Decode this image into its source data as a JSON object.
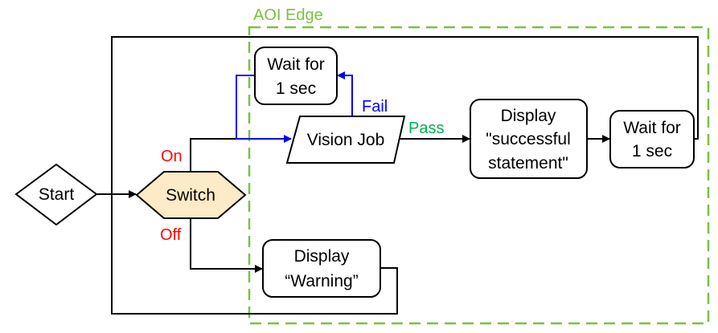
{
  "region": {
    "label": "AOI Edge",
    "color": "#7AC143"
  },
  "colors": {
    "line": "#000000",
    "fail": "#0000FF",
    "pass": "#00B050",
    "switch_label": "#FF0000",
    "switch_fill": "#FCEBC6"
  },
  "nodes": {
    "start": {
      "shape": "diamond",
      "lines": [
        "Start"
      ]
    },
    "switch": {
      "shape": "hexagon",
      "lines": [
        "Switch"
      ]
    },
    "wait_retry": {
      "shape": "rounded-rect",
      "lines": [
        "Wait for",
        "1 sec"
      ]
    },
    "vision_job": {
      "shape": "parallelogram",
      "lines": [
        "Vision Job"
      ]
    },
    "display_success": {
      "shape": "rounded-rect",
      "lines": [
        "Display",
        "\"successful",
        "statement\""
      ]
    },
    "wait_after": {
      "shape": "rounded-rect",
      "lines": [
        "Wait for",
        "1 sec"
      ]
    },
    "display_warning": {
      "shape": "rounded-rect",
      "lines": [
        "Display",
        "“Warning”"
      ]
    }
  },
  "edge_labels": {
    "on": "On",
    "off": "Off",
    "fail": "Fail",
    "pass": "Pass"
  },
  "edges": [
    {
      "from": "start",
      "to": "switch"
    },
    {
      "from": "switch",
      "to": "vision_job",
      "label": "On"
    },
    {
      "from": "switch",
      "to": "display_warning",
      "label": "Off"
    },
    {
      "from": "vision_job",
      "to": "wait_retry",
      "label": "Fail"
    },
    {
      "from": "wait_retry",
      "to": "vision_job"
    },
    {
      "from": "vision_job",
      "to": "display_success",
      "label": "Pass"
    },
    {
      "from": "display_success",
      "to": "wait_after"
    },
    {
      "from": "wait_after",
      "to": "switch"
    },
    {
      "from": "display_warning",
      "to": "switch"
    }
  ]
}
